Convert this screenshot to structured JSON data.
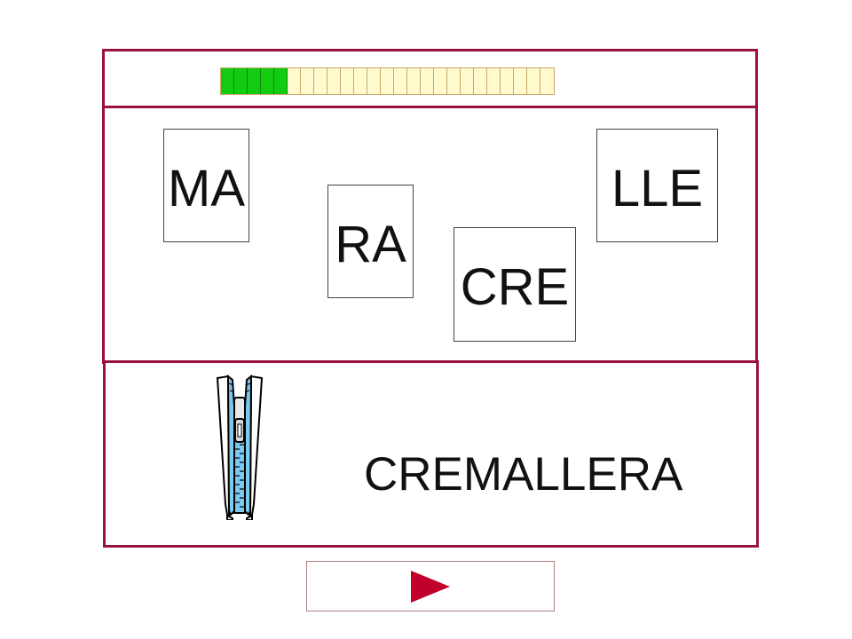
{
  "progress": {
    "completed": 5,
    "total": 25,
    "completed_color": "#11cc11",
    "pending_color": "#fffacd"
  },
  "syllable_cards": [
    {
      "text": "MA"
    },
    {
      "text": "RA"
    },
    {
      "text": "CRE"
    },
    {
      "text": "LLE"
    }
  ],
  "picture": {
    "icon": "zipper-icon"
  },
  "answer": {
    "word": "CREMALLERA"
  },
  "navigation": {
    "next_icon": "play-arrow-icon",
    "arrow_color": "#c0002a"
  },
  "colors": {
    "frame_border": "#99133d"
  }
}
